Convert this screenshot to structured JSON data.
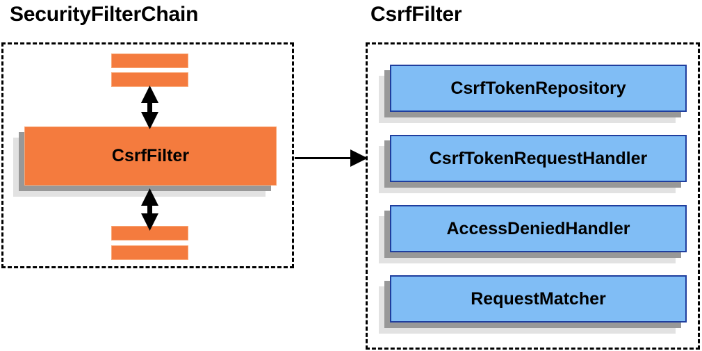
{
  "diagram": {
    "type": "architecture-block-diagram",
    "background_color": "#ffffff",
    "panels": [
      {
        "id": "security-filter-chain",
        "title": "SecurityFilterChain",
        "container_style": "dashed",
        "highlight_node": "CsrfFilter",
        "stub_nodes_above": 2,
        "stub_nodes_below": 2
      },
      {
        "id": "csrf-filter",
        "title": "CsrfFilter",
        "container_style": "dashed",
        "collaborators": [
          "CsrfTokenRepository",
          "CsrfTokenRequestHandler",
          "AccessDeniedHandler",
          "RequestMatcher"
        ]
      }
    ]
  },
  "left_panel": {
    "title": "SecurityFilterChain",
    "main_node": {
      "label": "CsrfFilter",
      "fill_color": "#F47B3E"
    },
    "stubs": [
      {
        "label": ""
      },
      {
        "label": ""
      },
      {
        "label": ""
      },
      {
        "label": ""
      }
    ]
  },
  "right_panel": {
    "title": "CsrfFilter",
    "nodes": [
      {
        "label": "CsrfTokenRepository",
        "fill_color": "#80BDF5"
      },
      {
        "label": "CsrfTokenRequestHandler",
        "fill_color": "#80BDF5"
      },
      {
        "label": "AccessDeniedHandler",
        "fill_color": "#80BDF5"
      },
      {
        "label": "RequestMatcher",
        "fill_color": "#80BDF5"
      }
    ]
  },
  "connectors": [
    {
      "name": "stub-to-csrffilter",
      "style": "double-headed-vertical-arrow"
    },
    {
      "name": "csrffilter-to-stub",
      "style": "double-headed-vertical-arrow"
    },
    {
      "name": "left-panel-to-right-panel",
      "style": "single-headed-horizontal-arrow"
    }
  ],
  "colors": {
    "orange": "#F47B3E",
    "orange_border": "#F9A878",
    "blue": "#80BDF5",
    "blue_border": "#1F3E9E",
    "shadow_near": "#989898",
    "shadow_far": "#E2E2E2",
    "outline": "#000000"
  }
}
